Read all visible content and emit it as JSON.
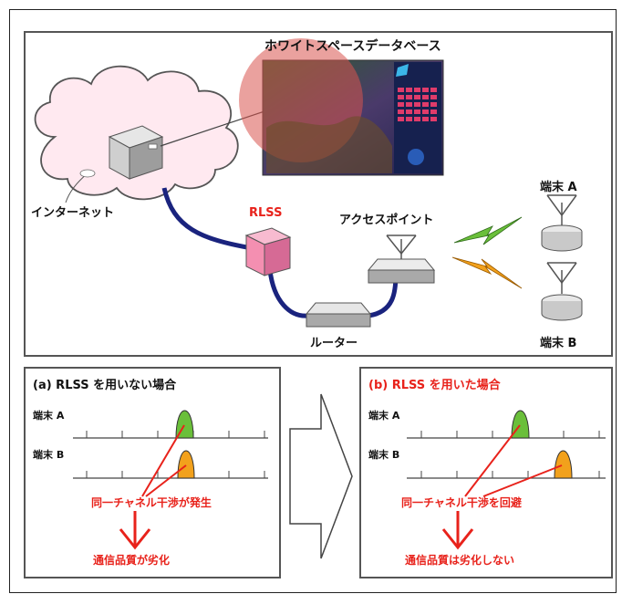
{
  "top": {
    "database_title": "ホワイトスペースデータベース",
    "internet_label": "インターネット",
    "rlss_label": "RLSS",
    "access_point_label": "アクセスポイント",
    "router_label": "ルーター",
    "terminal_a_label": "端末 A",
    "terminal_b_label": "端末 B"
  },
  "panel_a": {
    "title": "(a) RLSS を用いない場合",
    "row1": "端末 A",
    "row2": "端末 B",
    "interference": "同一チャネル干渉が発生",
    "result": "通信品質が劣化"
  },
  "panel_b": {
    "title": "(b) RLSS を用いた場合",
    "row1": "端末 A",
    "row2": "端末 B",
    "interference": "同一チャネル干渉を回避",
    "result": "通信品質は劣化しない"
  },
  "colors": {
    "cable": "#1a237e",
    "rlss_box": "#f48fb1",
    "rlss_text": "#e8221b",
    "lightning_green": "#6abf3a",
    "lightning_orange": "#f2a11c",
    "channel_green": "#6abf3a",
    "channel_orange": "#f2a11c",
    "annotation_red": "#e8221b"
  },
  "icons": [
    "cloud-icon",
    "server-icon",
    "router-icon",
    "access-point-icon",
    "terminal-icon",
    "lightning-icon",
    "map-screenshot",
    "right-arrow-icon",
    "down-arrow-icon"
  ]
}
